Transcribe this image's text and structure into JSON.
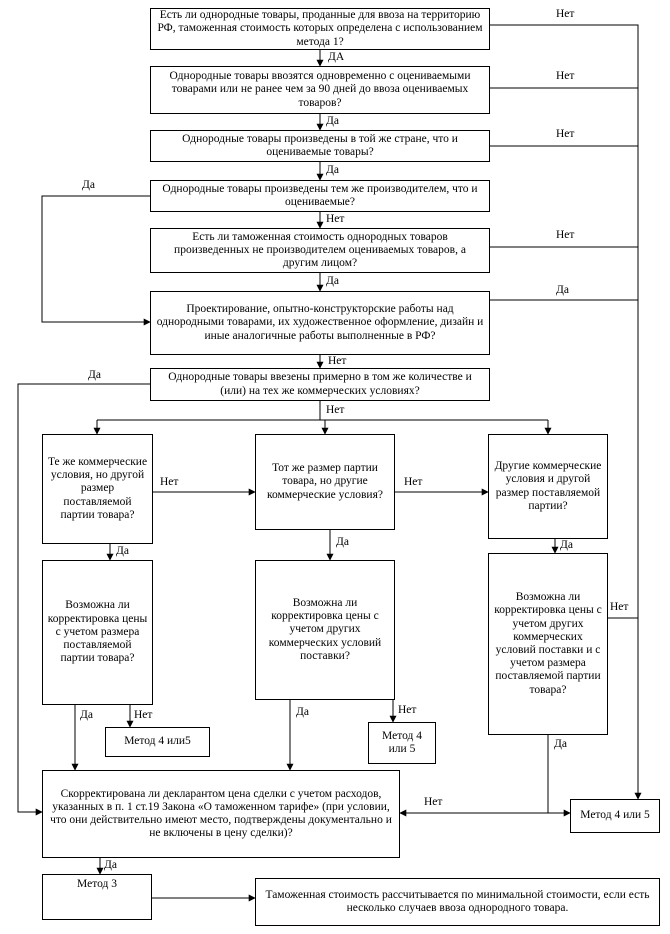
{
  "labels": {
    "yes_caps": "ДА",
    "yes": "Да",
    "no": "Нет"
  },
  "nodes": {
    "q1": "Есть ли однородные товары, проданные для ввоза на территорию РФ, таможенная стоимость которых определена с использованием метода 1?",
    "q2": "Однородные товары ввозятся одновременно с оцениваемыми товарами или не ранее чем за 90 дней до ввоза оцениваемых товаров?",
    "q3": "Однородные товары произведены в той же стране, что и оцениваемые товары?",
    "q4": "Однородные товары произведены тем же производителем, что и оцениваемые?",
    "q5": "Есть ли таможенная стоимость однородных товаров произведенных не производителем оцениваемых товаров, а другим лицом?",
    "q6": "Проектирование, опытно-конструкторские работы над однородными товарами, их художественное оформление, дизайн и иные аналогичные работы выполненные в РФ?",
    "q7": "Однородные товары ввезены примерно в том же количестве и (или) на тех же коммерческих условиях?",
    "b1": "Те же коммерческие условия, но другой размер поставляемой партии товара?",
    "b2": "Тот же размер партии товара, но другие коммерческие условия?",
    "b3": "Другие коммерческие условия и другой размер поставляемой партии?",
    "c1": "Возможна ли корректировка цены с учетом размера поставляемой партии товара?",
    "c2": "Возможна ли корректировка цены с учетом других коммерческих условий поставки?",
    "c3": "Возможна ли корректировка цены с учетом других коммерческих условий поставки и с учетом размера поставляемой партии товара?",
    "m45a": "Метод 4 или5",
    "m45b": "Метод 4 или 5",
    "m45c": "Метод 4 или 5",
    "final": "Скорректирована ли декларантом  цена сделки с учетом расходов, указанных в п. 1 ст.19 Закона «О таможенном тарифе» (при условии, что они действительно имеют место, подтверждены документально и не включены в цену сделки)?",
    "m3": "Метод 3",
    "minnote": "Таможенная стоимость рассчитывается по минимальной стоимости, если есть несколько случаев ввоза однородного товара."
  }
}
